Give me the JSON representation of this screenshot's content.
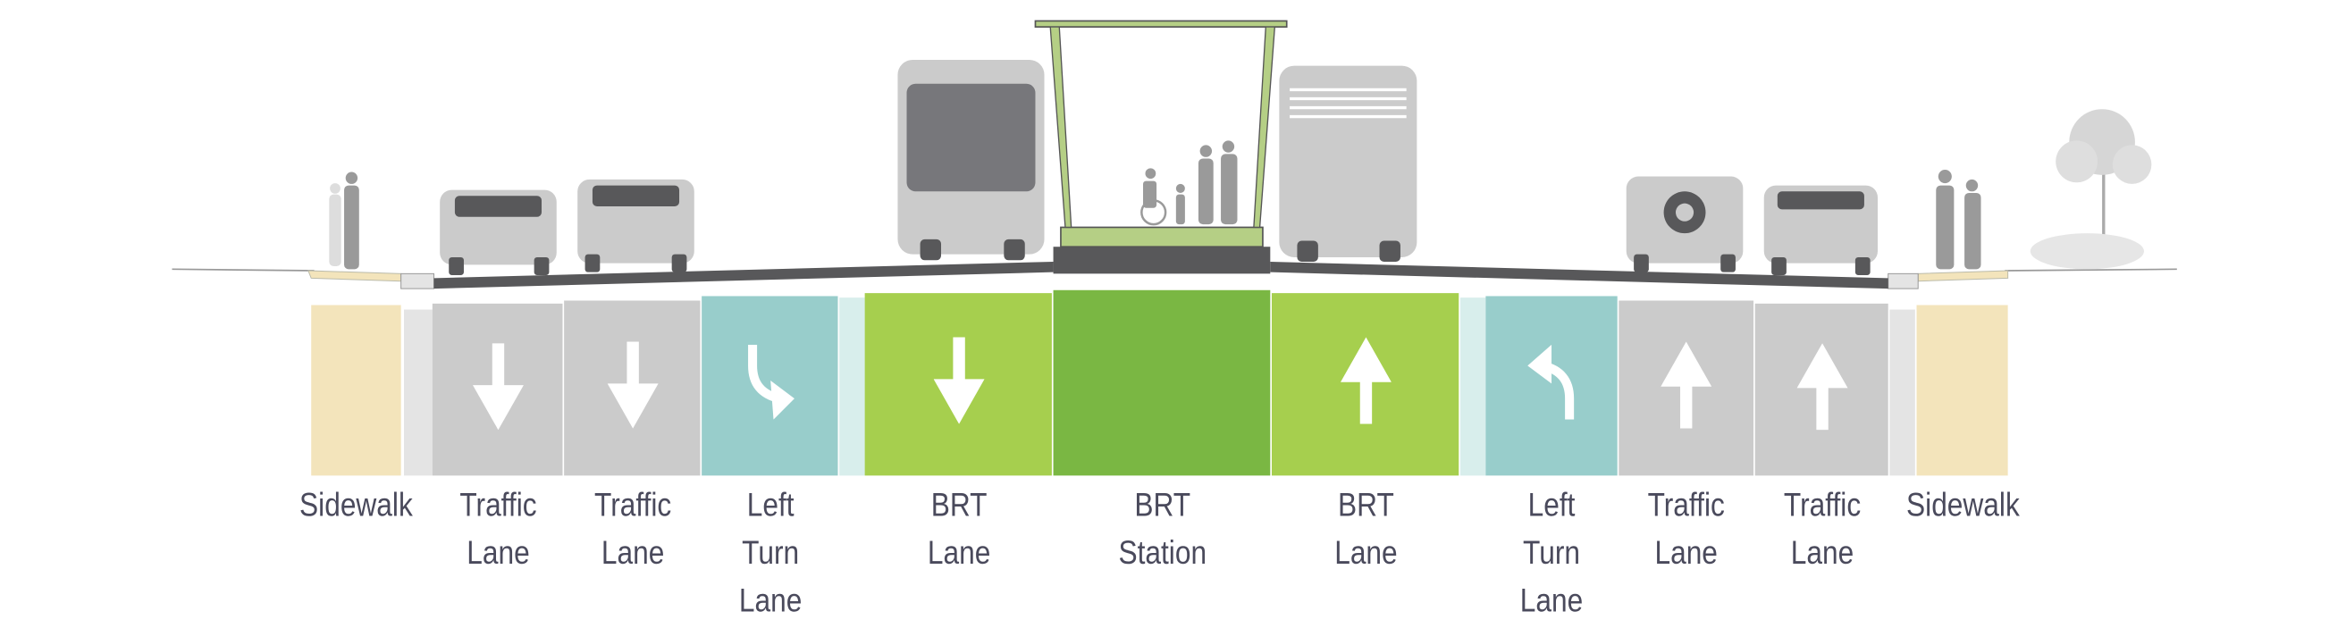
{
  "colors": {
    "sidewalk": "#f3e4bb",
    "buffer": "#e4e4e4",
    "traffic": "#cbcbcb",
    "left_turn": "#98cdcb",
    "median_buffer": "#d8eeec",
    "brt_lane": "#a6cf4e",
    "brt_station": "#7ab743",
    "road": "#58585a",
    "label_text": "#4a4a5c"
  },
  "lanes": [
    {
      "type": "sidewalk",
      "label": "Sidewalk",
      "arrow": null
    },
    {
      "type": "buffer",
      "label": null,
      "arrow": null
    },
    {
      "type": "traffic",
      "label": "Traffic\nLane",
      "arrow": "arrow-down-icon"
    },
    {
      "type": "traffic",
      "label": "Traffic\nLane",
      "arrow": "arrow-down-icon"
    },
    {
      "type": "left_turn",
      "label": "Left\nTurn\nLane",
      "arrow": "turn-arrow-down-right-icon"
    },
    {
      "type": "median_buffer",
      "label": null,
      "arrow": null
    },
    {
      "type": "brt_lane",
      "label": "BRT\nLane",
      "arrow": "arrow-down-icon"
    },
    {
      "type": "brt_station",
      "label": "BRT\nStation",
      "arrow": null
    },
    {
      "type": "brt_lane",
      "label": "BRT\nLane",
      "arrow": "arrow-up-icon"
    },
    {
      "type": "median_buffer",
      "label": null,
      "arrow": null
    },
    {
      "type": "left_turn",
      "label": "Left\nTurn\nLane",
      "arrow": "turn-arrow-up-left-icon"
    },
    {
      "type": "traffic",
      "label": "Traffic\nLane",
      "arrow": "arrow-up-icon"
    },
    {
      "type": "traffic",
      "label": "Traffic\nLane",
      "arrow": "arrow-up-icon"
    },
    {
      "type": "buffer",
      "label": null,
      "arrow": null
    },
    {
      "type": "sidewalk",
      "label": "Sidewalk",
      "arrow": null
    }
  ]
}
